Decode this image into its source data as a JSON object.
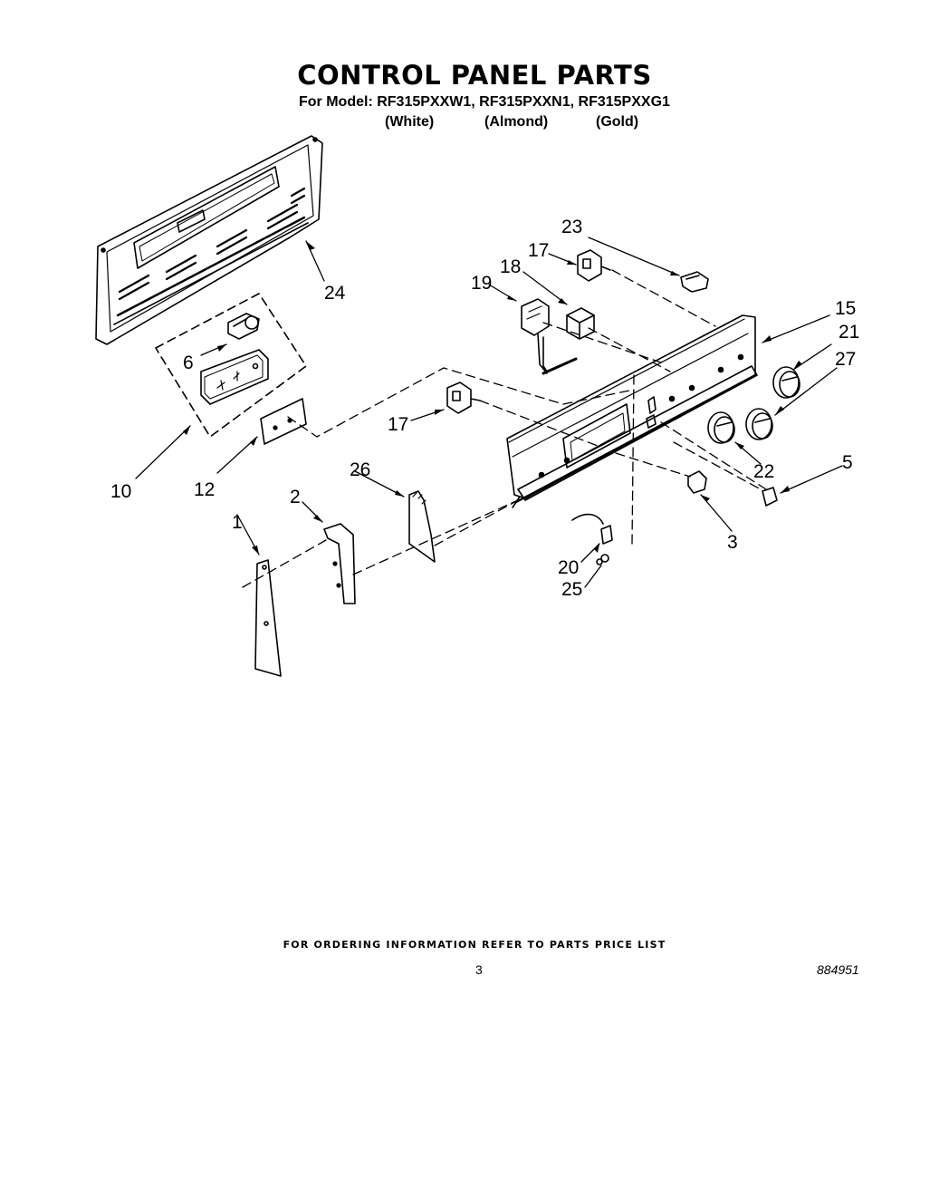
{
  "header": {
    "title": "CONTROL PANEL PARTS",
    "models": "For Model: RF315PXXW1, RF315PXXN1, RF315PXXG1",
    "color_white": "(White)",
    "color_almond": "(Almond)",
    "color_gold": "(Gold)"
  },
  "callouts": {
    "c1": "1",
    "c2": "2",
    "c3": "3",
    "c5": "5",
    "c6": "6",
    "c10": "10",
    "c12": "12",
    "c15": "15",
    "c17a": "17",
    "c17b": "17",
    "c18": "18",
    "c19": "19",
    "c20": "20",
    "c21": "21",
    "c22": "22",
    "c23": "23",
    "c24": "24",
    "c25": "25",
    "c26": "26",
    "c27": "27"
  },
  "footer": {
    "ordering_note": "FOR ORDERING INFORMATION REFER TO PARTS PRICE LIST",
    "page_number": "3",
    "document_number": "884951"
  }
}
